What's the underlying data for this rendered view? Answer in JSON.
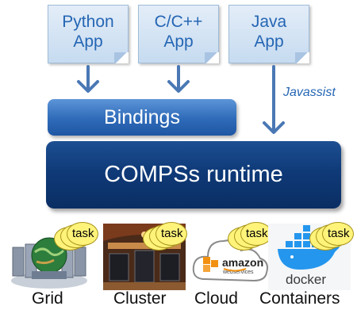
{
  "apps": [
    {
      "line1": "Python",
      "line2": "App"
    },
    {
      "line1": "C/C++",
      "line2": "App"
    },
    {
      "line1": "Java",
      "line2": "App"
    }
  ],
  "javassist_label": "Javassist",
  "bindings_label": "Bindings",
  "runtime_label": "COMPSs runtime",
  "task_label": "task",
  "infrastructures": [
    {
      "label": "Grid",
      "image_icon": "grid-cluster-globe-icon"
    },
    {
      "label": "Cluster",
      "image_icon": "cluster-datacenter-icon"
    },
    {
      "label": "Cloud",
      "image_icon": "cloud-amazon-icon",
      "logo_text": "amazon",
      "logo_subtext": "webservices"
    },
    {
      "label": "Containers",
      "image_icon": "docker-whale-icon",
      "logo_text": "docker"
    }
  ],
  "colors": {
    "app_text": "#2566b4",
    "arrow": "#4a78b5",
    "bindings": "#2e6ab8",
    "runtime": "#0f3a78",
    "task_bubble": "#fff37a"
  }
}
